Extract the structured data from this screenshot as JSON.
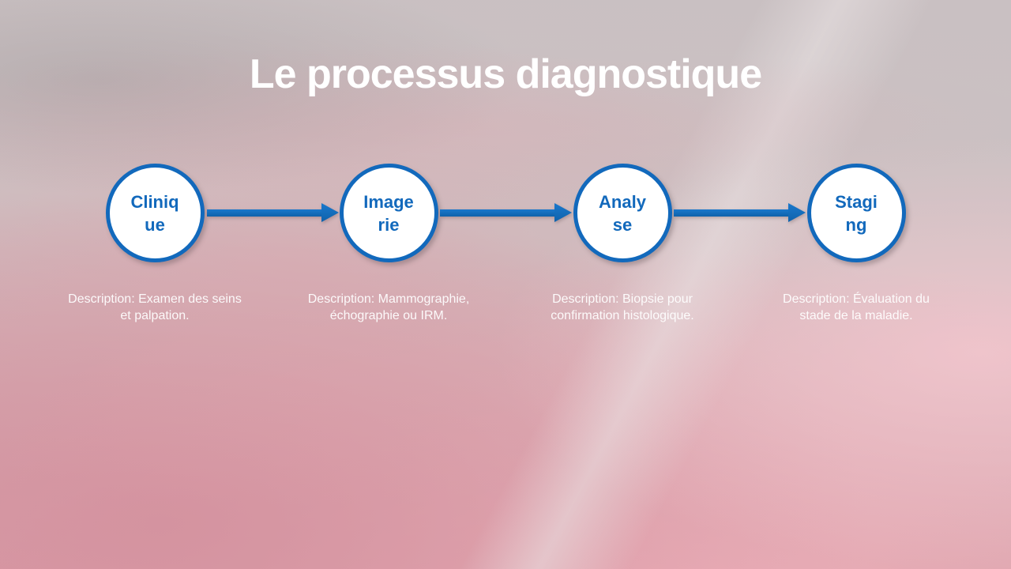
{
  "slide": {
    "title": "Le processus diagnostique",
    "process": {
      "steps": [
        {
          "label": "Clinique",
          "label_wrapped": "Cliniq\nue",
          "description": "Description: Examen des seins\net palpation."
        },
        {
          "label": "Imagerie",
          "label_wrapped": "Image\nrie",
          "description": "Description: Mammographie,\néchographie ou IRM."
        },
        {
          "label": "Analyse",
          "label_wrapped": "Analy\nse",
          "description": "Description: Biopsie pour\nconfirmation histologique."
        },
        {
          "label": "Staging",
          "label_wrapped": "Stagi\nng",
          "description": "Description: Évaluation du\nstade de la maladie."
        }
      ]
    },
    "colors": {
      "accent_blue": "#1269bc",
      "circle_fill": "#ffffff",
      "title_text": "#ffffff",
      "description_text": "#ffffff",
      "background_grey": "#cac1c3",
      "background_pink": "#d69aa4"
    }
  }
}
